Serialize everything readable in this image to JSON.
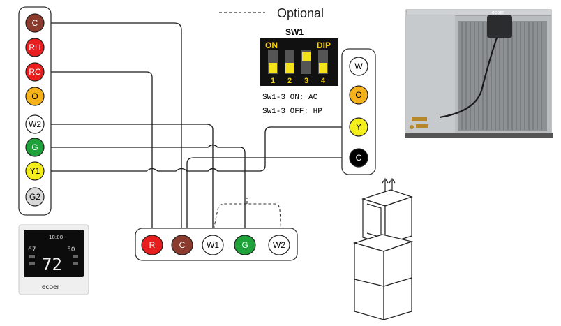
{
  "legend": {
    "text": "Optional"
  },
  "thermostat_terminals": [
    {
      "label": "C",
      "fill": "#8B3A2E",
      "text_color": "#ffffff"
    },
    {
      "label": "RH",
      "fill": "#E81E1E",
      "text_color": "#ffffff"
    },
    {
      "label": "RC",
      "fill": "#E81E1E",
      "text_color": "#ffffff"
    },
    {
      "label": "O",
      "fill": "#F5B21A",
      "text_color": "#000000"
    },
    {
      "label": "W2",
      "fill": "#ffffff",
      "text_color": "#000000"
    },
    {
      "label": "G",
      "fill": "#1FA23A",
      "text_color": "#ffffff"
    },
    {
      "label": "Y1",
      "fill": "#F4EE1A",
      "text_color": "#000000"
    },
    {
      "label": "G2",
      "fill": "#D9D9D9",
      "text_color": "#000000"
    }
  ],
  "outdoor_terminals": [
    {
      "label": "W",
      "fill": "#ffffff",
      "text_color": "#000000"
    },
    {
      "label": "O",
      "fill": "#F5B21A",
      "text_color": "#000000"
    },
    {
      "label": "Y",
      "fill": "#F4EE1A",
      "text_color": "#000000"
    },
    {
      "label": "C",
      "fill": "#000000",
      "text_color": "#ffffff"
    }
  ],
  "furnace_terminals": [
    {
      "label": "R",
      "fill": "#E81E1E",
      "text_color": "#ffffff"
    },
    {
      "label": "C",
      "fill": "#8B3A2E",
      "text_color": "#ffffff"
    },
    {
      "label": "W1",
      "fill": "#ffffff",
      "text_color": "#000000"
    },
    {
      "label": "G",
      "fill": "#1FA23A",
      "text_color": "#ffffff"
    },
    {
      "label": "W2",
      "fill": "#ffffff",
      "text_color": "#000000"
    }
  ],
  "dip_switch": {
    "title": "SW1",
    "on_label": "ON",
    "dip_label": "DIP",
    "numbers": [
      "1",
      "2",
      "3",
      "4"
    ],
    "positions": [
      "down",
      "down",
      "up",
      "down"
    ],
    "note_on": "SW1-3 ON:  AC",
    "note_off": "SW1-3 OFF: HP"
  },
  "thermostat_device": {
    "brand": "ecoer",
    "temp": "72",
    "time": "18:08",
    "setpoint_left": "67",
    "setpoint_right": "50"
  },
  "outdoor_unit": {
    "brand": "ecoer"
  },
  "colors": {
    "wire": "#1a1a1a",
    "board_border": "#333333"
  }
}
